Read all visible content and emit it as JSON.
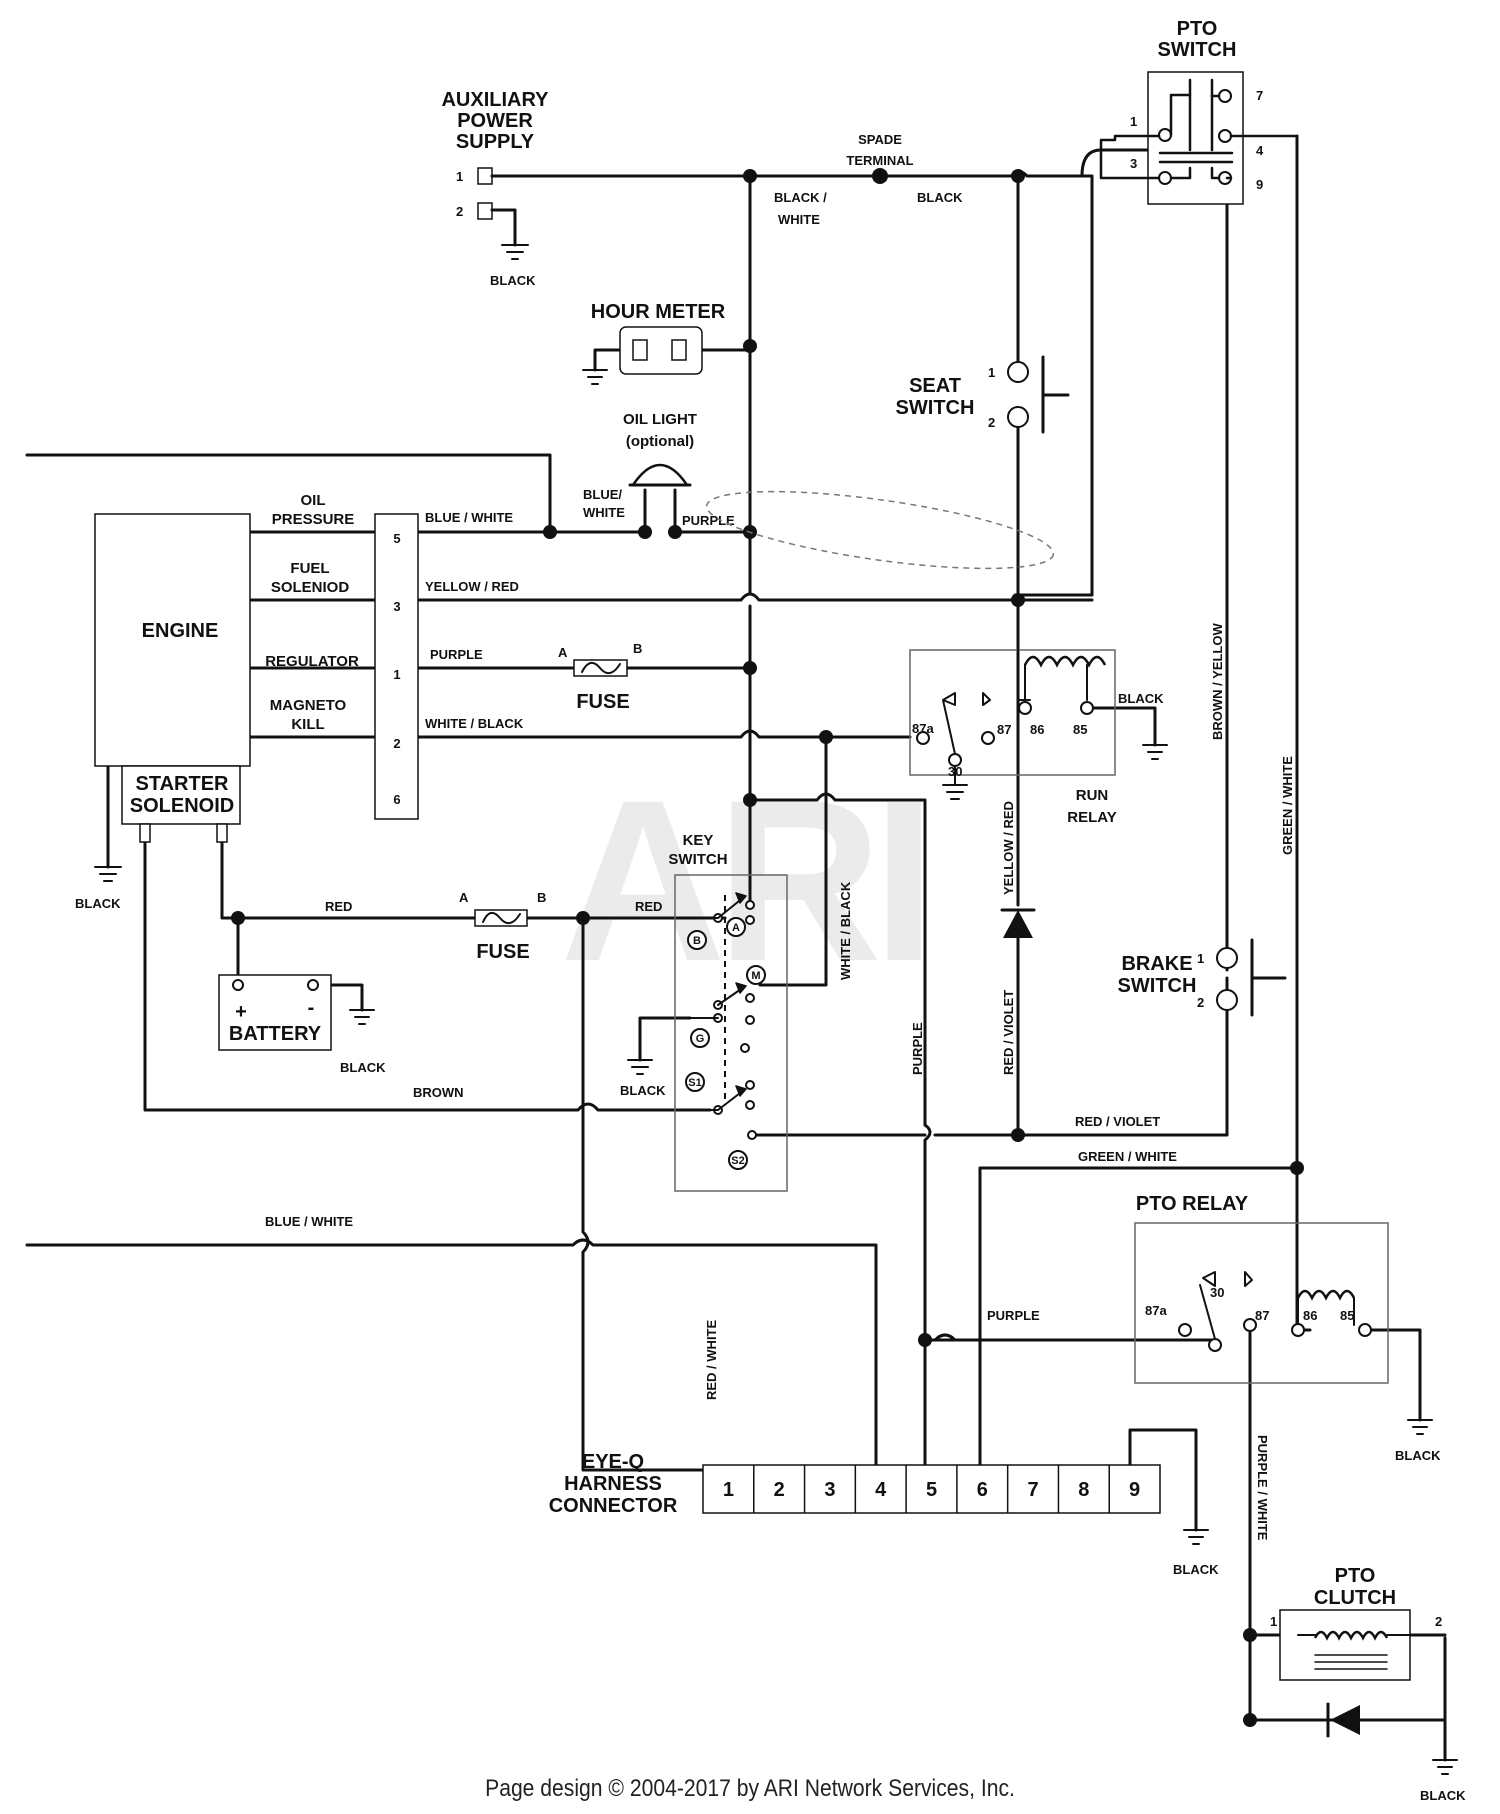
{
  "watermark": "ARI",
  "footer": "Page design © 2004-2017 by ARI Network Services, Inc.",
  "components": {
    "aux_power": [
      "AUXILIARY",
      "POWER",
      "SUPPLY"
    ],
    "pto_switch": [
      "PTO",
      "SWITCH"
    ],
    "hour_meter": "HOUR METER",
    "oil_light": "OIL LIGHT",
    "oil_light_note": "(optional)",
    "seat_switch": [
      "SEAT",
      "SWITCH"
    ],
    "engine": "ENGINE",
    "starter_solenoid": [
      "STARTER",
      "SOLENOID"
    ],
    "fuse": "FUSE",
    "run_relay": [
      "RUN",
      "RELAY"
    ],
    "key_switch": [
      "KEY",
      "SWITCH"
    ],
    "battery": "BATTERY",
    "brake_switch": [
      "BRAKE",
      "SWITCH"
    ],
    "pto_relay": "PTO RELAY",
    "eyeq": [
      "EYE-Q",
      "HARNESS",
      "CONNECTOR"
    ],
    "pto_clutch": [
      "PTO",
      "CLUTCH"
    ],
    "spade_terminal": [
      "SPADE",
      "TERMINAL"
    ]
  },
  "engine_terminals": [
    {
      "label": [
        "OIL",
        "PRESSURE"
      ],
      "pin": "5"
    },
    {
      "label": [
        "FUEL",
        "SOLENIOD"
      ],
      "pin": "3"
    },
    {
      "label": [
        "REGULATOR"
      ],
      "pin": "1"
    },
    {
      "label": [
        "MAGNETO",
        "KILL"
      ],
      "pin": "2"
    },
    {
      "pin": "6"
    }
  ],
  "pins": {
    "one": "1",
    "two": "2",
    "three": "3",
    "four": "4",
    "seven": "7",
    "nine": "9",
    "a": "A",
    "b": "B",
    "plus": "+",
    "minus": "-",
    "r87a": "87a",
    "r30": "30",
    "r87": "87",
    "r86": "86",
    "r85": "85"
  },
  "key_terminals": [
    "B",
    "A",
    "M",
    "G",
    "S1",
    "S2"
  ],
  "eyeq_pins": [
    "1",
    "2",
    "3",
    "4",
    "5",
    "6",
    "7",
    "8",
    "9"
  ],
  "wires": {
    "black": "BLACK",
    "black_white": [
      "BLACK /",
      "WHITE"
    ],
    "blue_white": "BLUE / WHITE",
    "blue_white_short": [
      "BLUE/",
      "WHITE"
    ],
    "purple": "PURPLE",
    "yellow_red": "YELLOW / RED",
    "white_black": "WHITE / BLACK",
    "red": "RED",
    "brown": "BROWN",
    "brown_yellow": "BROWN / YELLOW",
    "green_white": "GREEN / WHITE",
    "yellow_red_v": "YELLOW / RED",
    "red_violet": "RED / VIOLET",
    "white_black_v": "WHITE / BLACK",
    "purple_v": "PURPLE",
    "red_white": "RED / WHITE",
    "purple_white": "PURPLE / WHITE"
  }
}
